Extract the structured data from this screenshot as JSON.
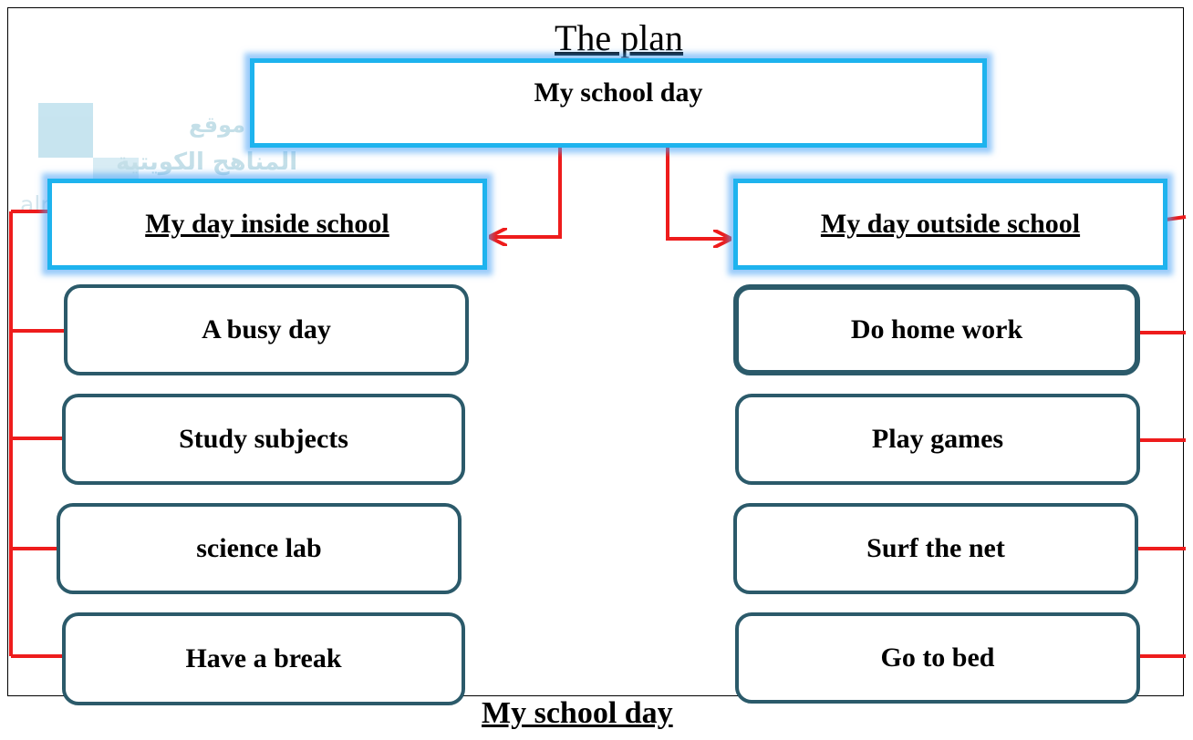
{
  "title": "The plan",
  "bottom_title": "My school day",
  "watermark": {
    "line1": "موقع",
    "line2": "المناهج الكويتية",
    "url": "almanahj.com/kw"
  },
  "main_box": {
    "label": "My school day"
  },
  "branches": [
    {
      "heading": "My day inside school",
      "items": [
        "A busy day",
        "Study subjects",
        "science lab",
        "Have a break"
      ]
    },
    {
      "heading": "My day outside school",
      "items": [
        "Do home work",
        "Play games",
        "Surf the net",
        "Go to bed"
      ]
    }
  ],
  "colors": {
    "connector": "#ee1c1c",
    "glow_border": "#1eb3ee",
    "box_border": "#2b5a6a"
  }
}
